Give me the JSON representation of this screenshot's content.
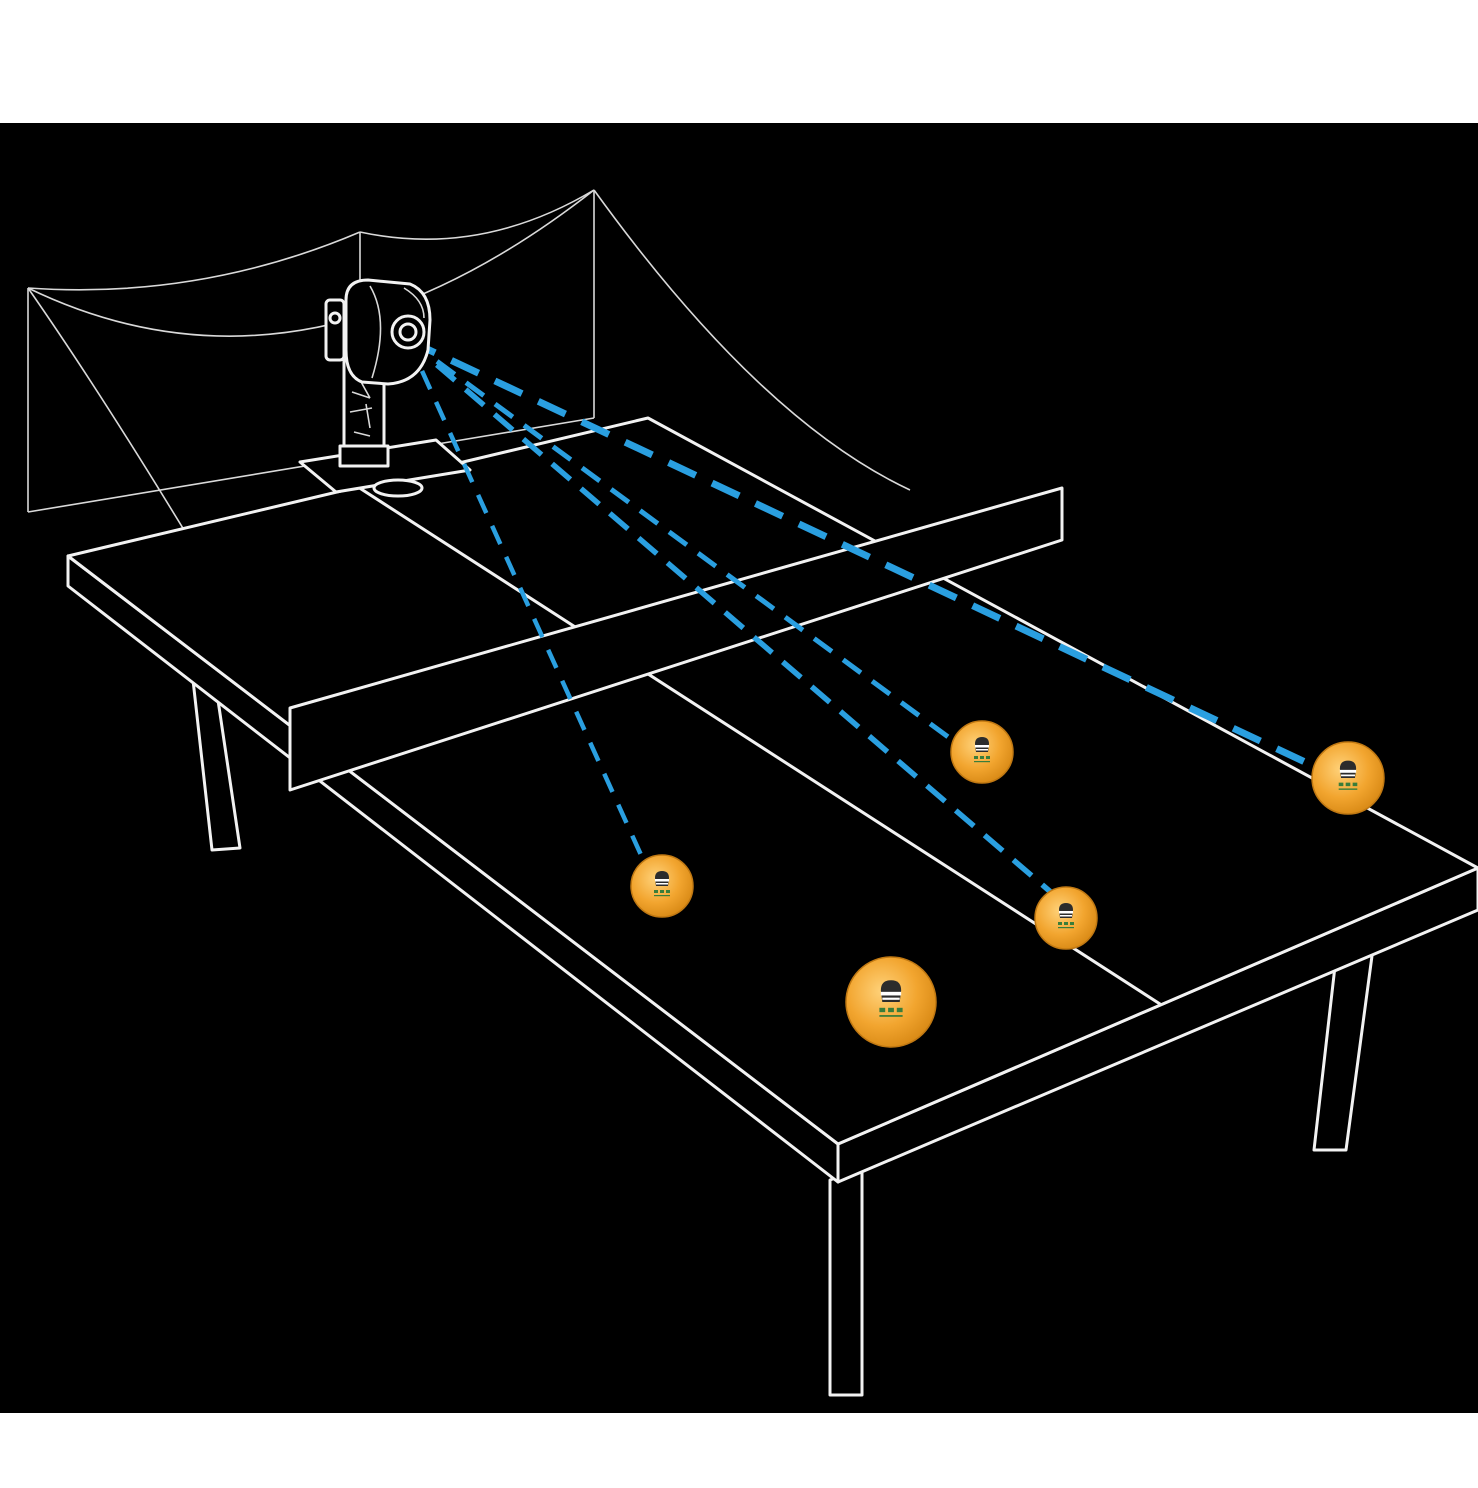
{
  "colors": {
    "background": "#000000",
    "margin": "#ffffff",
    "outline": "#f2f2f2",
    "trajectory": "#2a9fe0",
    "ball": "#f2a52f",
    "ball_highlight": "#ffd27a",
    "ball_logo": "#2c2c2c"
  },
  "icons": {
    "machine": "ping-pong-robot-icon",
    "ball": "ping-pong-ball-icon",
    "net": "catch-net-icon"
  },
  "trajectories": [
    {
      "name": "dashed-path-1",
      "dash": "large"
    },
    {
      "name": "dashed-path-2",
      "dash": "large"
    },
    {
      "name": "dashed-path-3",
      "dash": "medium"
    },
    {
      "name": "dashed-path-4",
      "dash": "medium"
    }
  ]
}
